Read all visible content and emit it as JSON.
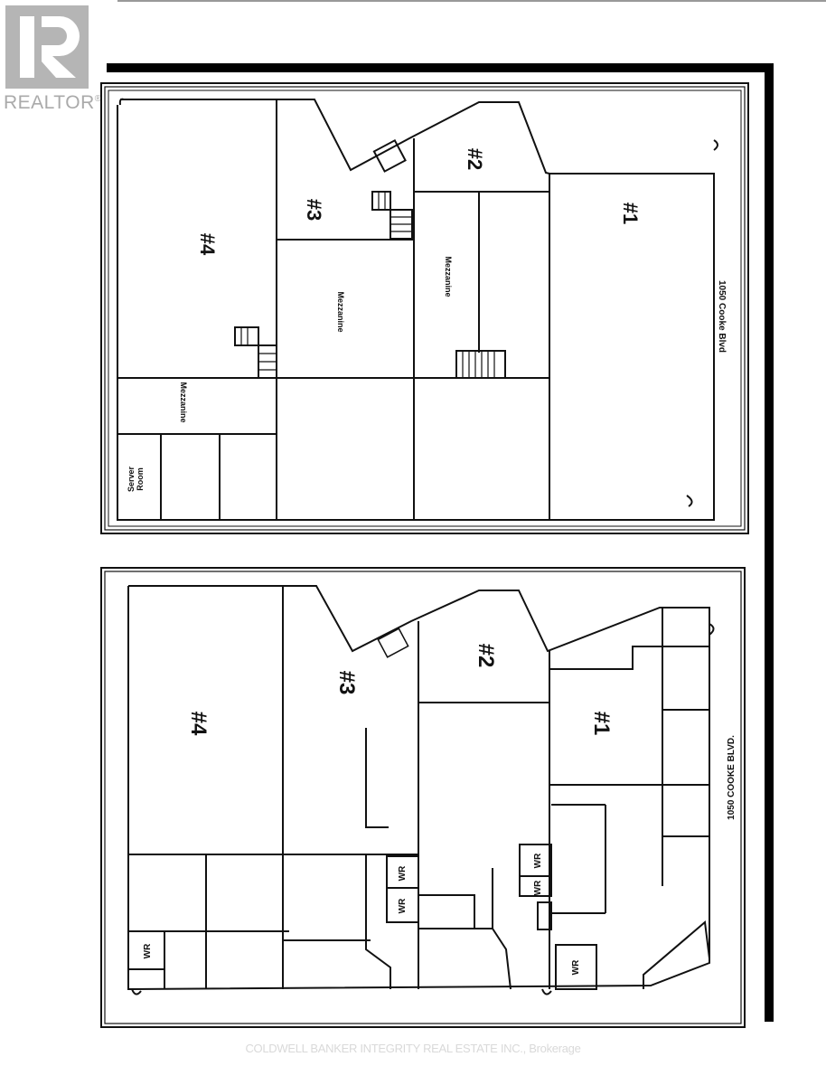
{
  "logo": {
    "text": "REALTOR",
    "mark": "®",
    "icon": "realtor-r-logo"
  },
  "upper_plan": {
    "address": "1050 Cooke Blvd",
    "units": [
      "#1",
      "#2",
      "#3",
      "#4"
    ],
    "rooms": [
      "Mezzanine",
      "Mezzanine",
      "Mezzanine",
      "Server Room"
    ],
    "server_room_line1": "Server",
    "server_room_line2": "Room"
  },
  "lower_plan": {
    "address": "1050 COOKE BLVD.",
    "units": [
      "#1",
      "#2",
      "#3",
      "#4"
    ],
    "washroom_label": "WR"
  },
  "footer": {
    "text": "COLDWELL BANKER INTEGRITY REAL ESTATE INC., Brokerage"
  }
}
